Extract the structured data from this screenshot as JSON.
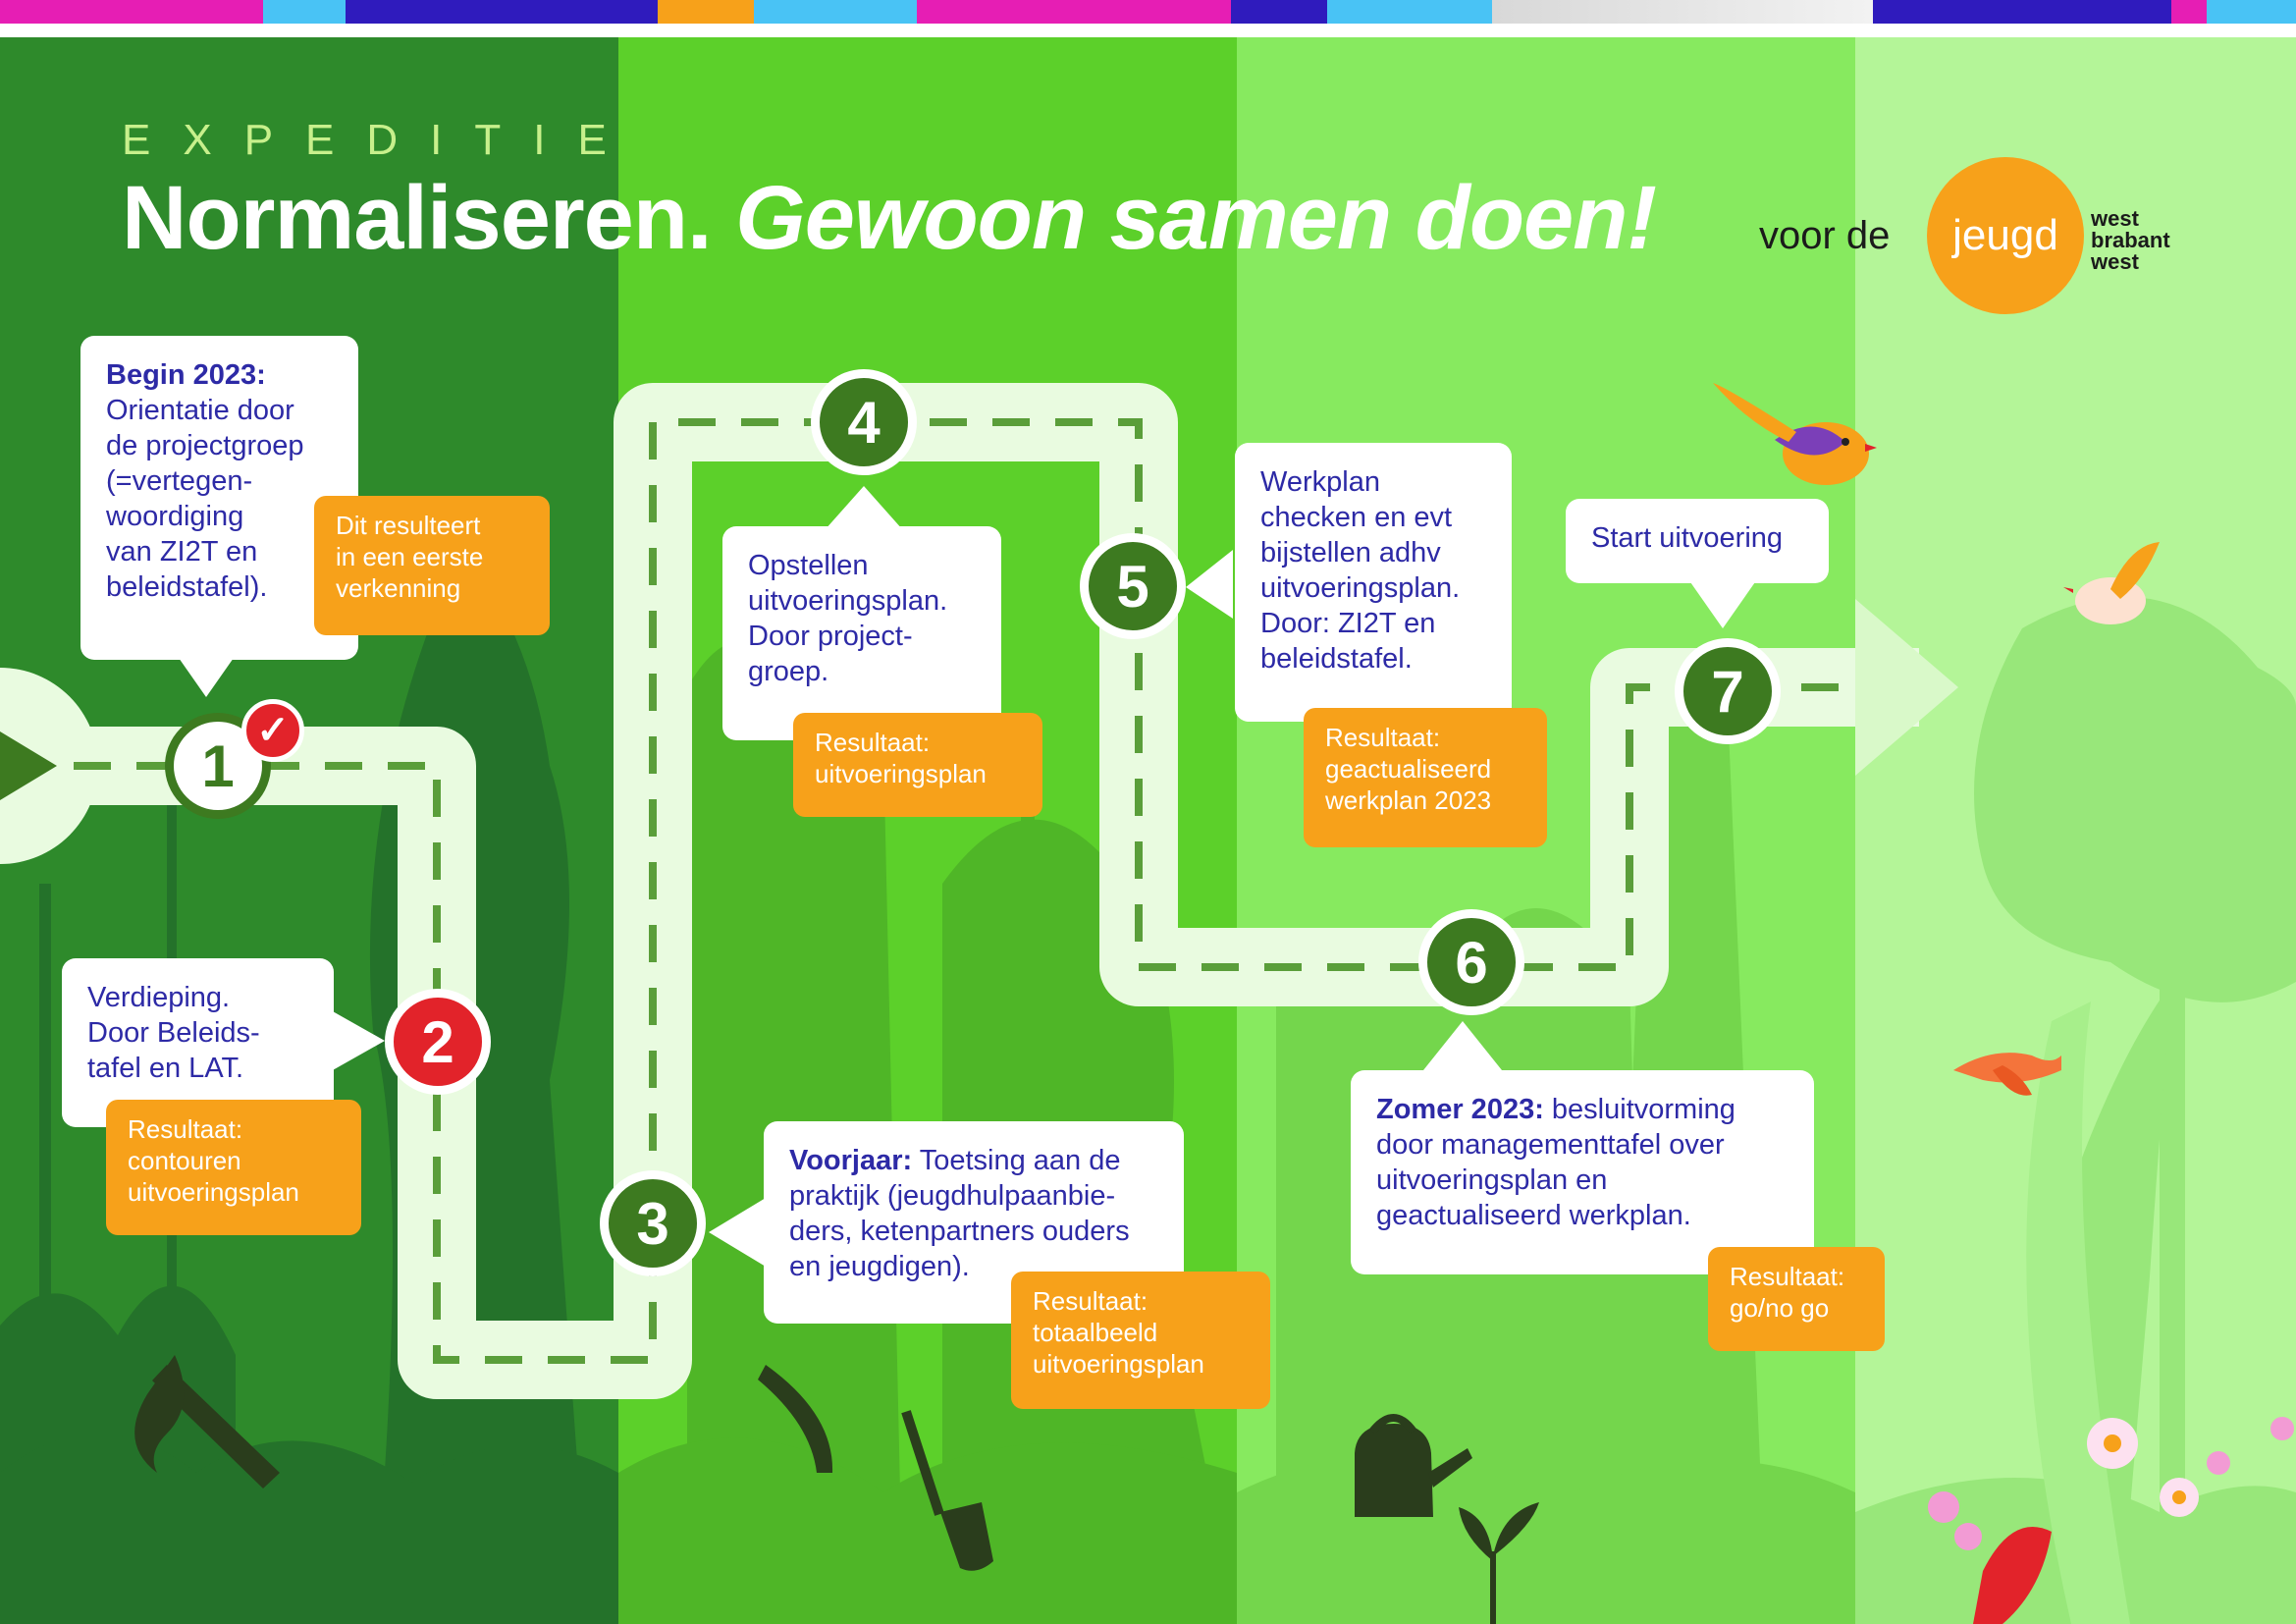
{
  "colors": {
    "band1": "#2e8a2b",
    "band2": "#5cd02a",
    "band3": "#87ea5f",
    "band4": "#b4f598",
    "path": "#e9fbe0",
    "dash": "#5a9e3a",
    "step_green": "#3d7a20",
    "step_red": "#e2232a",
    "card_text": "#2d2aa6",
    "result_orange": "#f7a11a",
    "logo_orange": "#f7a11a"
  },
  "header": {
    "kicker": "EXPEDITIE",
    "title_regular": "Normaliseren.",
    "title_italic": "Gewoon samen doen!"
  },
  "logo": {
    "prefix": "voor de",
    "circle_word": "jeugd",
    "side_line1": "west",
    "side_line2": "brabant",
    "side_line3": "west"
  },
  "steps": [
    {
      "number": "1",
      "status": "completed"
    },
    {
      "number": "2",
      "status": "current"
    },
    {
      "number": "3",
      "status": "upcoming"
    },
    {
      "number": "4",
      "status": "upcoming"
    },
    {
      "number": "5",
      "status": "upcoming"
    },
    {
      "number": "6",
      "status": "upcoming"
    },
    {
      "number": "7",
      "status": "upcoming"
    }
  ],
  "check_icon": "checkmark-icon",
  "cards": {
    "c1": {
      "lead": "Begin 2023:",
      "lines": [
        "Orientatie door",
        "de projectgroep",
        "(=vertegen-",
        "woordiging",
        "van ZI2T en",
        "beleidstafel)."
      ]
    },
    "c2": {
      "lines": [
        "Verdieping.",
        "Door Beleids-",
        "tafel en LAT."
      ]
    },
    "c3": {
      "lead": "Voorjaar:",
      "line1_rest": " Toetsing aan de",
      "lines": [
        "praktijk (jeugdhulpaanbie-",
        "ders, ketenpartners ouders",
        "en jeugdigen)."
      ]
    },
    "c4": {
      "lines": [
        "Opstellen",
        "uitvoeringsplan.",
        "Door project-",
        "groep."
      ]
    },
    "c5": {
      "lines": [
        "Werkplan",
        "checken en evt",
        "bijstellen adhv",
        "uitvoeringsplan.",
        "Door: ZI2T en",
        "beleidstafel."
      ]
    },
    "c6": {
      "lead": "Zomer 2023:",
      "line1_rest": " besluitvorming",
      "lines": [
        "door managementtafel over",
        "uitvoeringsplan en",
        "geactualiseerd werkplan."
      ]
    },
    "c7": {
      "lines": [
        "Start uitvoering"
      ]
    }
  },
  "results": {
    "r1": [
      "Dit resulteert",
      "in een eerste",
      "verkenning"
    ],
    "r2": [
      "Resultaat:",
      "contouren",
      "uitvoeringsplan"
    ],
    "r3": [
      "Resultaat:",
      "totaalbeeld",
      "uitvoeringsplan"
    ],
    "r4": [
      "Resultaat:",
      "uitvoeringsplan"
    ],
    "r5": [
      "Resultaat:",
      "geactualiseerd",
      "werkplan 2023"
    ],
    "r6": [
      "Resultaat:",
      "go/no go"
    ]
  }
}
